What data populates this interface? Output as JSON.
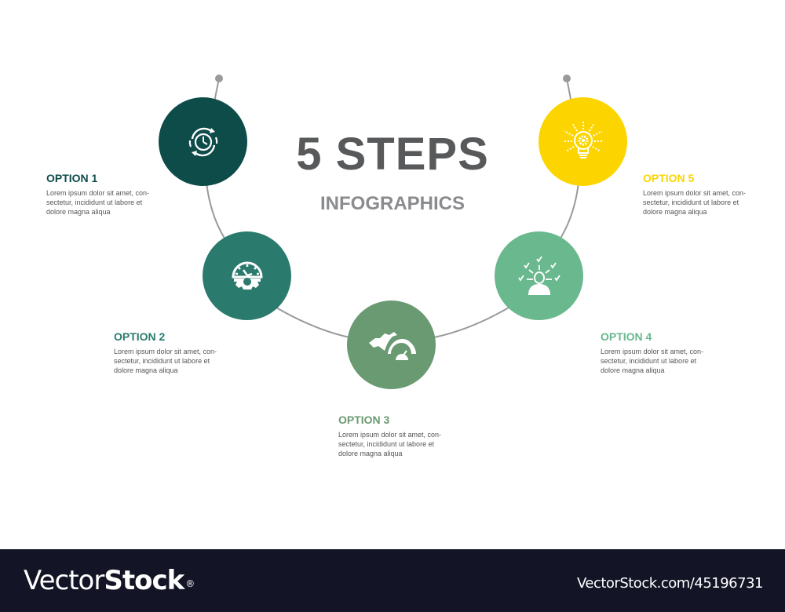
{
  "header": {
    "title": "5 STEPS",
    "subtitle": "INFOGRAPHICS"
  },
  "colors": {
    "step1": "#0e4c4a",
    "step2": "#2a7a6e",
    "step3": "#6a9a72",
    "step4": "#6ab88e",
    "step5": "#fcd500",
    "title": "#58595b",
    "subtitle": "#8a8b8e",
    "arc": "#9a9a9a",
    "footer_bg": "#131526"
  },
  "steps": [
    {
      "label": "OPTION 1",
      "text": "Lorem ipsum dolor sit amet, consectetur, incididunt ut labore et dolore magna aliqua",
      "lines": [
        "Lorem ipsum dolor sit amet, con-",
        "sectetur, incididunt ut labore et",
        "dolore magna aliqua"
      ],
      "icon": "clock-cycle-icon"
    },
    {
      "label": "OPTION 2",
      "text": "Lorem ipsum dolor sit amet, consectetur, incididunt ut labore et dolore magna aliqua",
      "lines": [
        "Lorem ipsum dolor sit amet, con-",
        "sectetur, incididunt ut labore et",
        "dolore magna aliqua"
      ],
      "icon": "gear-clock-icon"
    },
    {
      "label": "OPTION 3",
      "text": "Lorem ipsum dolor sit amet, consectetur, incididunt ut labore et dolore magna aliqua",
      "lines": [
        "Lorem ipsum dolor sit amet, con-",
        "sectetur, incididunt ut labore et",
        "dolore magna aliqua"
      ],
      "icon": "speed-gauge-icon"
    },
    {
      "label": "OPTION 4",
      "text": "Lorem ipsum dolor sit amet, consectetur, incididunt ut labore et dolore magna aliqua",
      "lines": [
        "Lorem ipsum dolor sit amet, con-",
        "sectetur, incididunt ut labore et",
        "dolore magna aliqua"
      ],
      "icon": "person-checklist-icon"
    },
    {
      "label": "OPTION 5",
      "text": "Lorem ipsum dolor sit amet, consectetur, incididunt ut labore et dolore magna aliqua",
      "lines": [
        "Lorem ipsum dolor sit amet, con-",
        "sectetur, incididunt ut labore et",
        "dolore magna aliqua"
      ],
      "icon": "lightbulb-gear-icon"
    }
  ],
  "footer": {
    "logo_thin": "Vector",
    "logo_bold": "Stock",
    "logo_mark": "®",
    "reference": "VectorStock.com/45196731"
  }
}
